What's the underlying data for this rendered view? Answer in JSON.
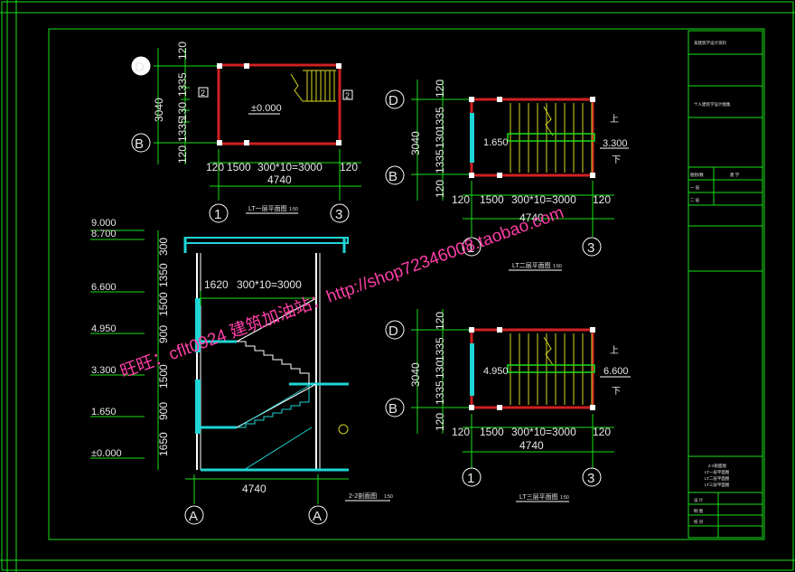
{
  "plan1": {
    "axis_d": "D",
    "axis_b": "B",
    "axis_1": "1",
    "axis_3": "3",
    "dim_v": [
      "120",
      "1335",
      "130",
      "1335",
      "120"
    ],
    "dim_total": "3040",
    "dim_h": [
      "120",
      "1500",
      "300*10=3000",
      "120"
    ],
    "dim_h_total": "4740",
    "level": "±0.000",
    "section_mark": "2",
    "title": "LT一层平面图",
    "scale": "1:50"
  },
  "plan2": {
    "axis_d": "D",
    "axis_b": "B",
    "axis_1": "1",
    "axis_3": "3",
    "dim_v": [
      "120",
      "1335",
      "130",
      "1335",
      "120"
    ],
    "dim_total": "3040",
    "dim_h": [
      "120",
      "1500",
      "300*10=3000",
      "120"
    ],
    "dim_h_total": "4740",
    "level_left": "1.650",
    "level_right": "3.300",
    "up": "上",
    "down": "下",
    "title": "LT二层平面图",
    "scale": "1:50"
  },
  "plan3": {
    "axis_d": "D",
    "axis_b": "B",
    "axis_1": "1",
    "axis_3": "3",
    "dim_v": [
      "120",
      "1335",
      "130",
      "1335",
      "120"
    ],
    "dim_total": "3040",
    "dim_h": [
      "120",
      "1500",
      "300*10=3000",
      "120"
    ],
    "dim_h_total": "4740",
    "level_left": "4.950",
    "level_right": "6.600",
    "up": "上",
    "down": "下",
    "title": "LT三层平面图",
    "scale": "1:50"
  },
  "section": {
    "levels": [
      "9.000",
      "8.700",
      "6.600",
      "4.950",
      "3.300",
      "1.650",
      "±0.000"
    ],
    "dims_v": [
      "300",
      "1350",
      "1500",
      "900",
      "1500",
      "900",
      "1650"
    ],
    "dim_stair": "1620",
    "dim_tread": "300*10=3000",
    "dim_total": "4740",
    "axis_left": "A",
    "axis_right": "A",
    "title": "2-2剖面图",
    "scale": "1:50"
  },
  "watermark": {
    "line1": "旺旺：cflt0924  建筑加油站：http://shop72346008.taobao.com"
  },
  "title_block": {
    "project_name": "某建筑学设计资料",
    "drawing_name": "个人建筑学设计图集",
    "table_rows": [
      "图别/数",
      "一 层",
      "二 层"
    ],
    "row_values": [
      "建 学",
      "",
      ""
    ],
    "drawing_list": [
      "2-2剖面图",
      "LT一层平面图",
      "LT二层平面图",
      "LT三层平面图"
    ],
    "signature_rows": [
      "设 计",
      "制 图",
      "校 对"
    ]
  }
}
